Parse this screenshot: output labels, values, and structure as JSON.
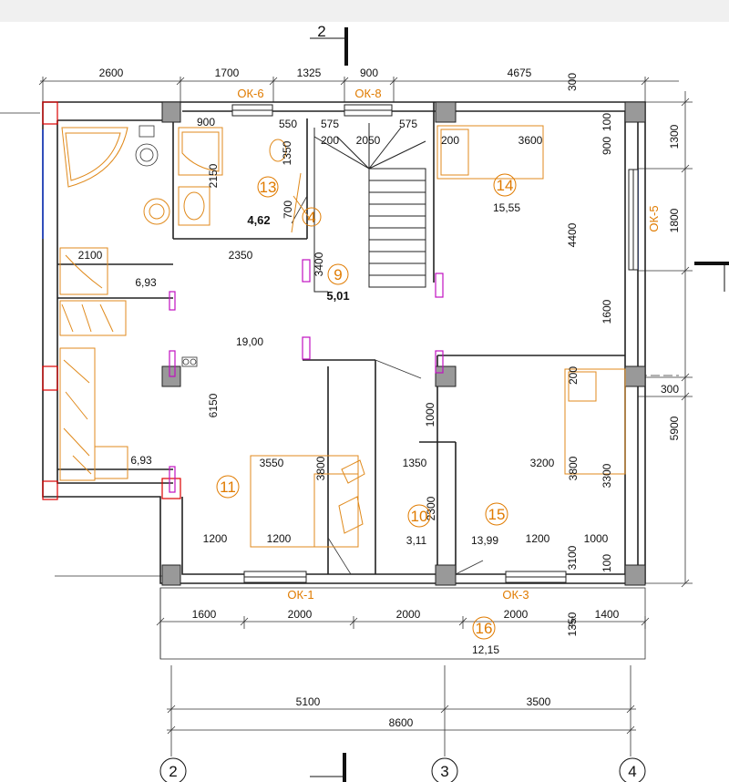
{
  "dims_top": [
    "2600",
    "1700",
    "1325",
    "900",
    "4675"
  ],
  "dims_inner_top": [
    "900",
    "550",
    "575",
    "575",
    "200",
    "2050",
    "200",
    "3600"
  ],
  "dims_interior": [
    "2150",
    "1350",
    "700",
    "2100",
    "2350",
    "3400",
    "4400",
    "1600",
    "200",
    "6150",
    "1000",
    "3550",
    "3800",
    "1350",
    "3200",
    "3800",
    "3300",
    "2300",
    "1200",
    "1200",
    "1200",
    "1000",
    "3100",
    "100",
    "900",
    "100"
  ],
  "dims_right": [
    "300",
    "1300",
    "1800",
    "300",
    "5900",
    "1350"
  ],
  "dims_bottom_windows": [
    "1600",
    "2000",
    "2000",
    "2000",
    "1400"
  ],
  "dims_axes": [
    "5100",
    "3500",
    "8600"
  ],
  "section_mark": "2",
  "windows": [
    "ОК-6",
    "ОК-8",
    "ОК-5",
    "ОК-1",
    "ОК-3"
  ],
  "rooms": [
    {
      "num": "13",
      "area": "4,62"
    },
    {
      "num": "4",
      "area": ""
    },
    {
      "num": "9",
      "area": "5,01"
    },
    {
      "num": "14",
      "area": "15,55"
    },
    {
      "num": "11",
      "area": "19,00"
    },
    {
      "num": "10",
      "area": "3,11"
    },
    {
      "num": "15",
      "area": "13,99"
    },
    {
      "num": "16",
      "area": "12,15"
    }
  ],
  "extra_areas": [
    "6,93",
    "6,93"
  ],
  "axes": [
    "2",
    "3",
    "4"
  ]
}
